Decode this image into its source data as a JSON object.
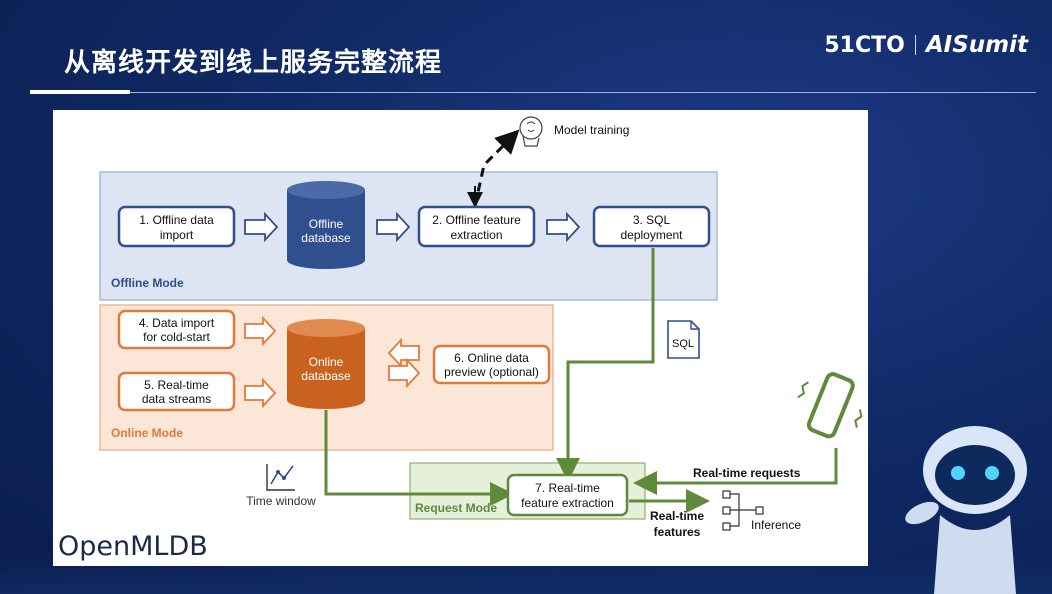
{
  "header": {
    "title": "从离线开发到线上服务完整流程",
    "brand_left": "51CTO",
    "brand_right": "AISumit"
  },
  "diagram": {
    "offline_mode_label": "Offline Mode",
    "online_mode_label": "Online Mode",
    "request_mode_label": "Request Mode",
    "offline_import": [
      "1. Offline data",
      "import"
    ],
    "offline_db": [
      "Offline",
      "database"
    ],
    "offline_feature": [
      "2. Offline feature",
      "extraction"
    ],
    "sql_deploy": [
      "3. SQL",
      "deployment"
    ],
    "model_training": "Model training",
    "cold_start": [
      "4. Data import",
      "for cold-start"
    ],
    "realtime_streams": [
      "5. Real-time",
      "data streams"
    ],
    "online_db": [
      "Online",
      "database"
    ],
    "online_preview": [
      "6. Online data",
      "preview (optional)"
    ],
    "sql_file": "SQL",
    "realtime_feature": [
      "7. Real-time",
      "feature extraction"
    ],
    "realtime_requests": "Real-time requests",
    "realtime_features": [
      "Real-time",
      "features"
    ],
    "inference": "Inference",
    "time_window": "Time window",
    "logo": "OpenMLDB"
  },
  "colors": {
    "offline_fill": "#dde5f2",
    "offline_stroke": "#9aaed3",
    "offline_box": "#2f4f8f",
    "online_fill": "#fbe6d8",
    "online_stroke": "#e7a985",
    "online_box": "#e07a3b",
    "online_db": "#c9621f",
    "request_fill": "#e6efd9",
    "request_stroke": "#8db06a",
    "request_box": "#5e8a3a"
  }
}
